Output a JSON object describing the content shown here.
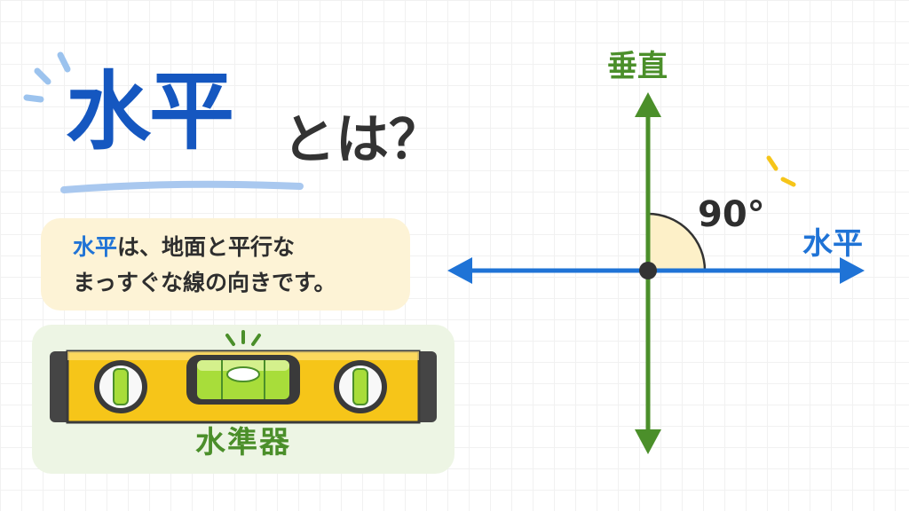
{
  "title": {
    "main": "水平",
    "sub": "とは？"
  },
  "definition": {
    "keyword": "水平",
    "line1_rest": "は、地面と平行な",
    "line2": "まっすぐな線の向きです。"
  },
  "level_tool": {
    "label": "水準器"
  },
  "diagram": {
    "vertical_label": "垂直",
    "horizontal_label": "水平",
    "angle_label": "90°"
  },
  "colors": {
    "blue": "#1f73d6",
    "title_blue": "#1557c0",
    "green": "#4b8f2a",
    "dark": "#2e2e2e",
    "level_yellow": "#f6c519",
    "bubble_green": "#a8dd3a",
    "angle_fill": "#fdf0c8",
    "sparkle_blue": "#9cc3ee",
    "sparkle_yellow": "#f6c519"
  },
  "icons": [
    "spirit-level-icon",
    "sparkle-icon"
  ]
}
